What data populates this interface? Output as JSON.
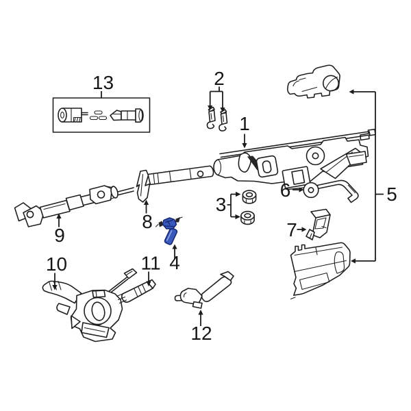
{
  "diagram": {
    "type": "exploded-parts-diagram",
    "subject": "steering-column-assembly",
    "background": "#ffffff",
    "line_color": "#1f1f1f",
    "highlighted_part": "4",
    "highlight_fill": "#3a59bd",
    "highlight_outline": "#15246b",
    "highlight_sheen": "#8fa3e0",
    "callouts": [
      {
        "num": "1"
      },
      {
        "num": "2"
      },
      {
        "num": "3"
      },
      {
        "num": "4",
        "highlighted": true
      },
      {
        "num": "5"
      },
      {
        "num": "6"
      },
      {
        "num": "7"
      },
      {
        "num": "8"
      },
      {
        "num": "9"
      },
      {
        "num": "10"
      },
      {
        "num": "11"
      },
      {
        "num": "12"
      },
      {
        "num": "13"
      }
    ]
  }
}
